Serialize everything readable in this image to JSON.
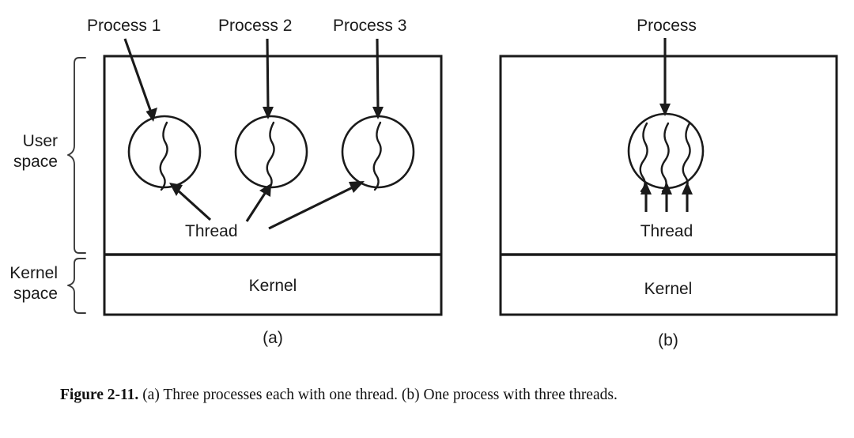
{
  "figure": {
    "number_label": "Figure 2-11.",
    "caption_text": "(a) Three processes each with one thread. (b) One process with three threads.",
    "ink_color": "#1a1a1a",
    "background_color": "#ffffff"
  },
  "side_labels": {
    "user_space_line1": "User",
    "user_space_line2": "space",
    "kernel_space_line1": "Kernel",
    "kernel_space_line2": "space"
  },
  "panel_a": {
    "caption": "(a)",
    "kernel_label": "Kernel",
    "thread_label": "Thread",
    "process_labels": [
      "Process 1",
      "Process 2",
      "Process 3"
    ],
    "process_count": 3,
    "threads_per_process": 1
  },
  "panel_b": {
    "caption": "(b)",
    "kernel_label": "Kernel",
    "thread_label": "Thread",
    "process_label": "Process",
    "process_count": 1,
    "threads_per_process": 3
  }
}
